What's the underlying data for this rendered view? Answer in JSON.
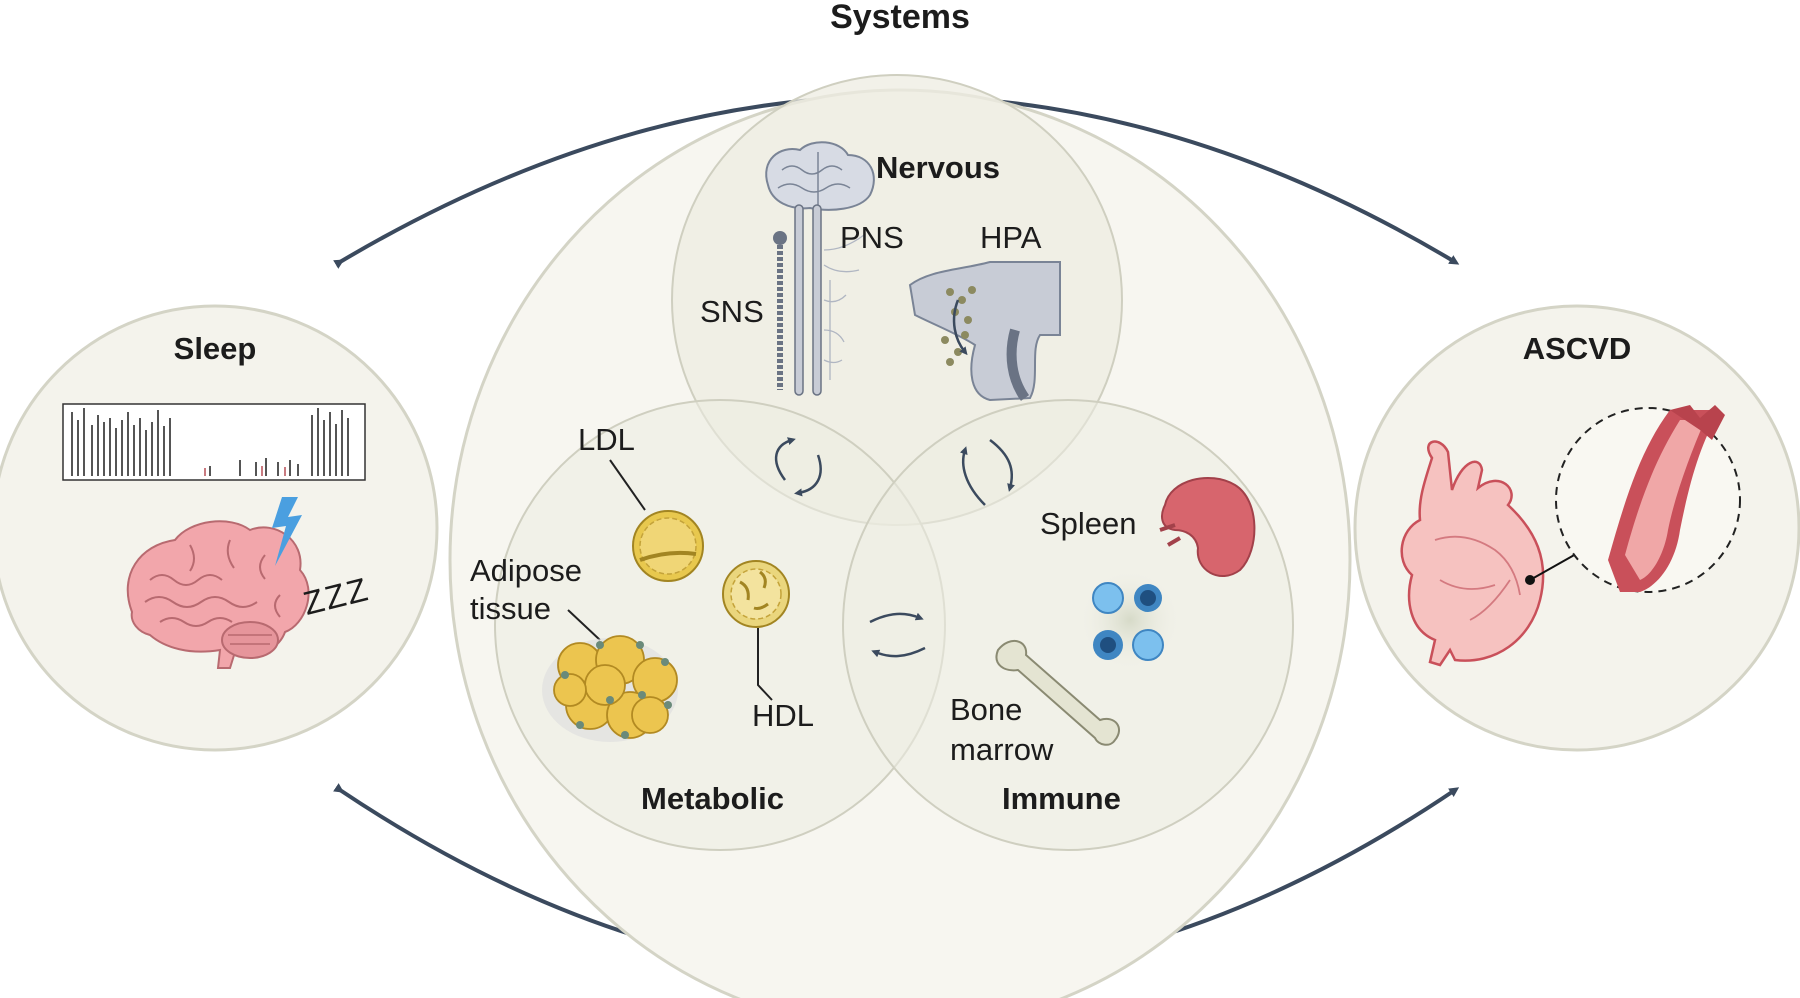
{
  "title": "Systems",
  "sleep": {
    "label": "Sleep",
    "zzz": "ZZZ"
  },
  "ascvd": {
    "label": "ASCVD"
  },
  "nervous": {
    "label": "Nervous",
    "pns": "PNS",
    "sns": "SNS",
    "hpa": "HPA"
  },
  "metabolic": {
    "label": "Metabolic",
    "ldl": "LDL",
    "hdl": "HDL",
    "adipose_line1": "Adipose",
    "adipose_line2": "tissue"
  },
  "immune": {
    "label": "Immune",
    "spleen": "Spleen",
    "bone_line1": "Bone",
    "bone_line2": "marrow"
  },
  "colors": {
    "arrow": "#3b4a5e",
    "circle_fill": "#f4f3ec",
    "circle_stroke": "#d4d4c6",
    "brain_pink": "#f2a6ab",
    "lipid_gold": "#e8c84e",
    "spleen_red": "#d7656d",
    "heart_pink": "#f6c2c0",
    "artery_red": "#c9505a",
    "immune_blue": "#5aa6dc",
    "lightning": "#4a9fe0"
  }
}
